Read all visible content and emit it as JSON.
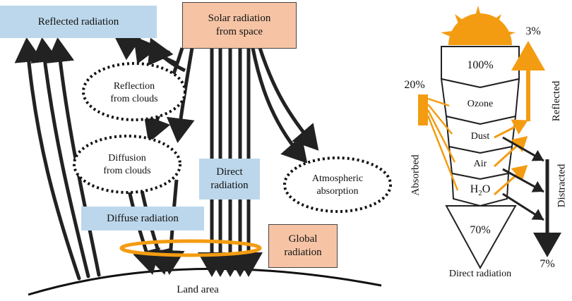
{
  "left": {
    "reflected_radiation": "Reflected radiation",
    "solar_radiation": "Solar radiation\nfrom space",
    "reflection_from_clouds": "Reflection\nfrom clouds",
    "diffusion_from_clouds": "Diffusion\nfrom clouds",
    "direct_radiation": "Direct\nradiation",
    "atmospheric_absorption": "Atmospheric\nabsorption",
    "diffuse_radiation": "Diffuse radiation",
    "global_radiation": "Global\nradiation",
    "land_area": "Land area"
  },
  "right": {
    "pct_100": "100%",
    "ozone": "Ozone",
    "dust": "Dust",
    "air": "Air",
    "h2o_base": "H",
    "h2o_sub": "2",
    "h2o_end": "O",
    "pct_70": "70%",
    "pct_20": "20%",
    "pct_3": "3%",
    "pct_7": "7%",
    "direct_radiation": "Direct radiation",
    "absorbed": "Absorbed",
    "reflected": "Reflected",
    "distracted": "Distracted"
  },
  "colors": {
    "accent_orange": "#f39c12",
    "box_blue": "#bcd7eb",
    "box_peach": "#f6c4a5",
    "arrow_dark": "#2a2a2a"
  }
}
